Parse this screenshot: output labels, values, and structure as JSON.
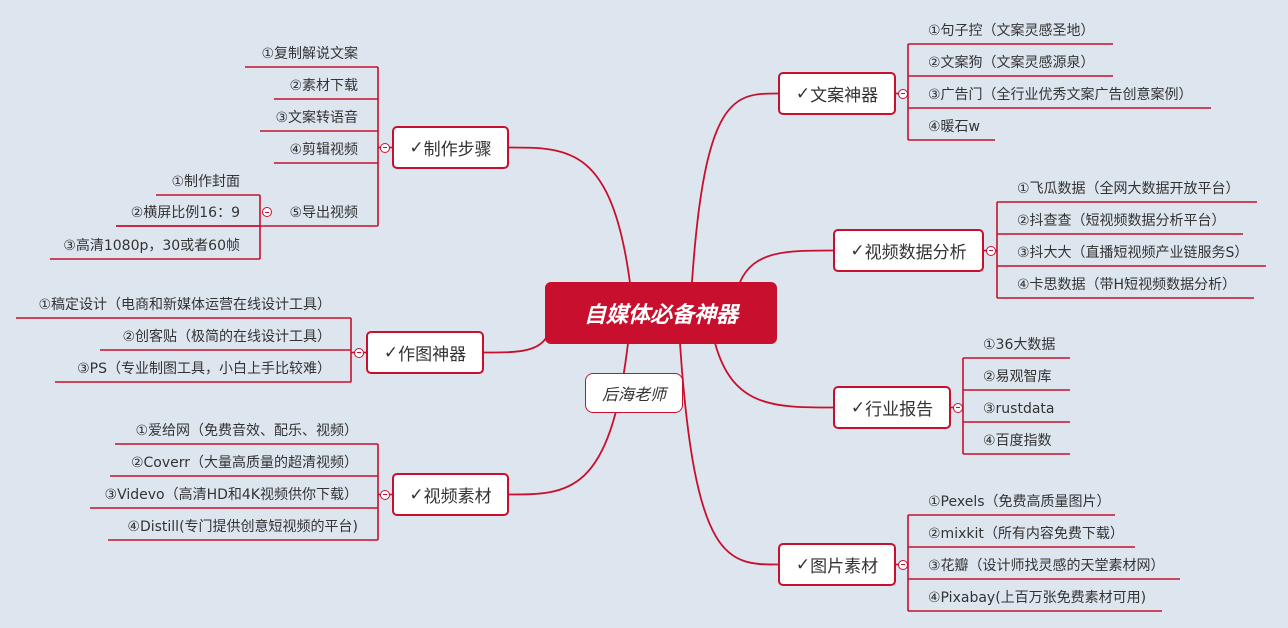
{
  "center": {
    "label": "自媒体必备神器"
  },
  "floating": {
    "label": "后海老师"
  },
  "check_icon": "✓",
  "colors": {
    "accent": "#c8102e",
    "background": "#dde6ef"
  },
  "branches": [
    {
      "id": "zhizuo",
      "label": "制作步骤",
      "children": [
        {
          "label": "①复制解说文案"
        },
        {
          "label": "②素材下载"
        },
        {
          "label": "③文案转语音"
        },
        {
          "label": "④剪辑视频"
        },
        {
          "label": "⑤导出视频",
          "children": [
            {
              "label": "①制作封面"
            },
            {
              "label": "②横屏比例16：9"
            },
            {
              "label": "③高清1080p，30或者60帧"
            }
          ]
        }
      ]
    },
    {
      "id": "zuotu",
      "label": "作图神器",
      "children": [
        {
          "label": "①稿定设计（电商和新媒体运营在线设计工具）"
        },
        {
          "label": "②创客贴（极简的在线设计工具）"
        },
        {
          "label": "③PS（专业制图工具，小白上手比较难）"
        }
      ]
    },
    {
      "id": "sucai",
      "label": "视频素材",
      "children": [
        {
          "label": "①爱给网（免费音效、配乐、视频）"
        },
        {
          "label": "②Coverr（大量高质量的超清视频）"
        },
        {
          "label": "③Videvo（高清HD和4K视频供你下载）"
        },
        {
          "label": "④Distill(专门提供创意短视频的平台)"
        }
      ]
    },
    {
      "id": "wenan",
      "label": "文案神器",
      "children": [
        {
          "label": "①句子控（文案灵感圣地）"
        },
        {
          "label": "②文案狗（文案灵感源泉）"
        },
        {
          "label": "③广告门（全行业优秀文案广告创意案例）"
        },
        {
          "label": "④暖石w"
        }
      ]
    },
    {
      "id": "shuju",
      "label": "视频数据分析",
      "children": [
        {
          "label": "①飞瓜数据（全网大数据开放平台）"
        },
        {
          "label": "②抖查查（短视频数据分析平台）"
        },
        {
          "label": "③抖大大（直播短视频产业链服务S）"
        },
        {
          "label": "④卡思数据（带H短视频数据分析）"
        }
      ]
    },
    {
      "id": "baogao",
      "label": "行业报告",
      "children": [
        {
          "label": "①36大数据"
        },
        {
          "label": "②易观智库"
        },
        {
          "label": "③rustdata"
        },
        {
          "label": "④百度指数"
        }
      ]
    },
    {
      "id": "tupian",
      "label": "图片素材",
      "children": [
        {
          "label": "①Pexels（免费高质量图片）"
        },
        {
          "label": "②mixkit（所有内容免费下载）"
        },
        {
          "label": "③花瓣（设计师找灵感的天堂素材网）"
        },
        {
          "label": "④Pixabay(上百万张免费素材可用)"
        }
      ]
    }
  ]
}
